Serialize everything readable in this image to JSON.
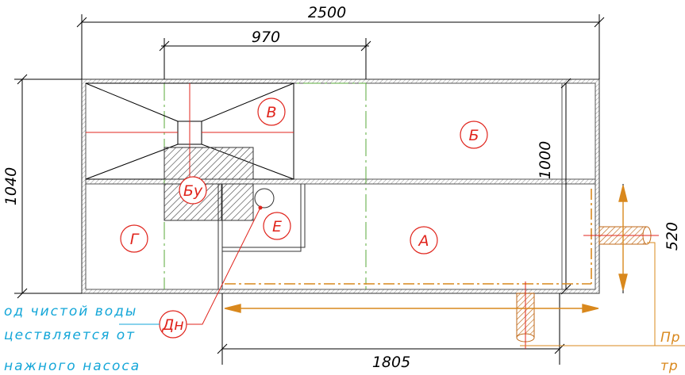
{
  "dimensions": {
    "total_length": "2500",
    "inner_span": "970",
    "total_width": "1040",
    "inner_width": "1000",
    "pipe_offset": "520",
    "bottom_length": "1805"
  },
  "zones": {
    "a": "А",
    "b": "Б",
    "v": "В",
    "g": "Г",
    "e": "Е",
    "bu": "Бу",
    "dn": "Дн"
  },
  "notes": {
    "cyan_line1": "од чистой воды",
    "cyan_line2": "цествляется от",
    "cyan_line3": "нажного насоса",
    "orange_line1": "Пр",
    "orange_line2": "тр"
  },
  "colors": {
    "outline": "#555555",
    "red": "#e0241c",
    "green": "#5aa83a",
    "orange": "#d9881d",
    "cyan": "#13a6d8",
    "hatch": "#444444",
    "pipe_hatch": "#c06a1a"
  }
}
